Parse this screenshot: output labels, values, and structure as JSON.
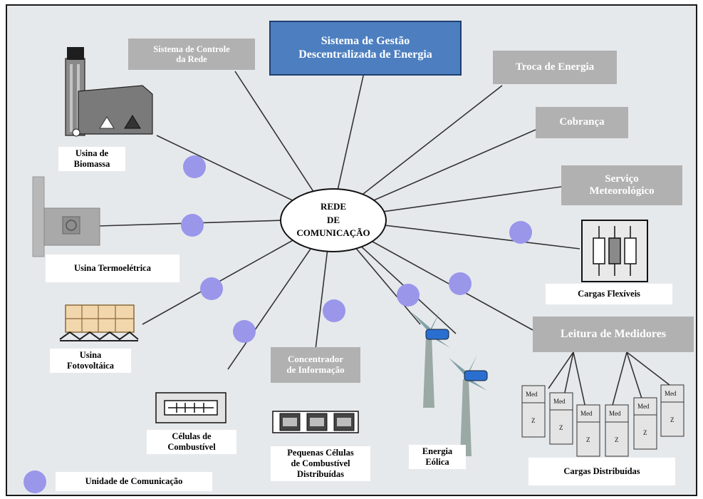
{
  "hub": {
    "line1": "REDE",
    "line2": "DE",
    "line3": "COMUNICAÇÃO"
  },
  "top_box": {
    "line1": "Sistema de Gestão",
    "line2": "Descentralizada de Energia"
  },
  "gray_boxes": {
    "controle": {
      "line1": "Sistema de Controle",
      "line2": "da Rede"
    },
    "troca": "Troca de Energia",
    "cobranca": "Cobrança",
    "meteo": {
      "line1": "Serviço",
      "line2": "Meteorológico"
    },
    "leitura": "Leitura de Medidores",
    "concentrador": {
      "line1": "Concentrador",
      "line2": "de Informação"
    }
  },
  "labels": {
    "biomassa": {
      "line1": "Usina de",
      "line2": "Biomassa"
    },
    "termo": "Usina Termoelétrica",
    "foto": {
      "line1": "Usina",
      "line2": "Fotovoltáica"
    },
    "celulas": {
      "line1": "Células de",
      "line2": "Combustível"
    },
    "pequenas": {
      "line1": "Pequenas Células",
      "line2": "de Combustível",
      "line3": "Distribuídas"
    },
    "eolica": {
      "line1": "Energia",
      "line2": "Eólica"
    },
    "flexiveis": "Cargas Flexíveis",
    "distribuidas": "Cargas Distribuídas",
    "legend": "Unidade de Comunicação"
  },
  "meter_text": {
    "top": "Med",
    "bottom": "Z"
  },
  "colors": {
    "background": "#e6e9ec",
    "gray_box": "#b1b1b1",
    "blue_box": "#4d7fc0",
    "node": "#9a96ea"
  }
}
